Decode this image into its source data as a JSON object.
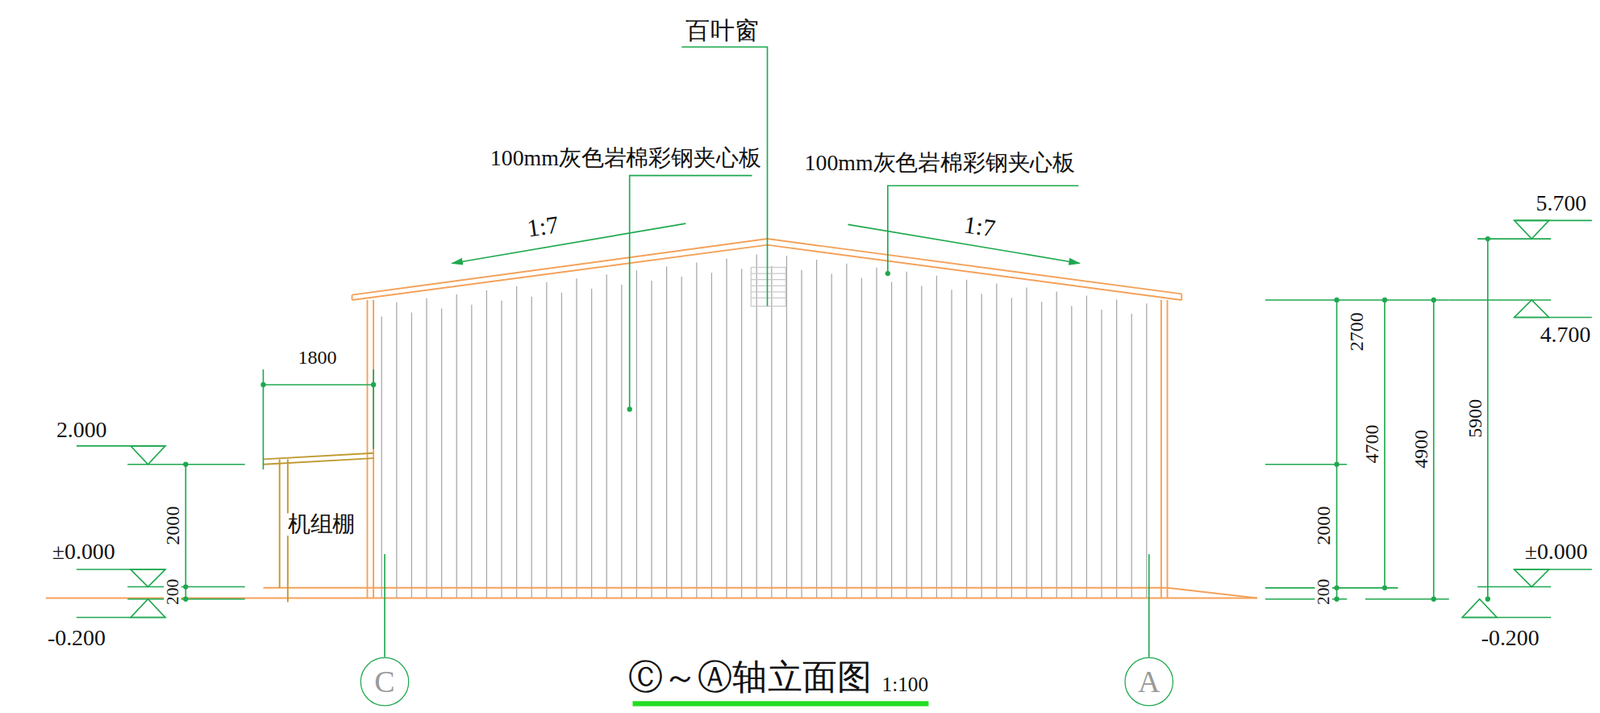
{
  "diagram": {
    "title": "Ⓒ～Ⓐ轴立面图",
    "nodes": [
      {
        "text": [
          "C"
        ]
      },
      {
        "text": [
          "A"
        ]
      }
    ],
    "labels": [
      "百叶窗",
      "100mm灰色岩棉彩钢夹心板",
      "100mm灰色岩棉彩钢夹心板",
      "1:7",
      "1:7",
      "1800",
      "2.000",
      "2000",
      "±0.000",
      "200",
      "-0.200",
      "机组棚",
      "2700",
      "4700",
      "4900",
      "5900",
      "2000",
      "200",
      "5.700",
      "4.700",
      "±0.000",
      "-0.200",
      "1:100"
    ]
  }
}
